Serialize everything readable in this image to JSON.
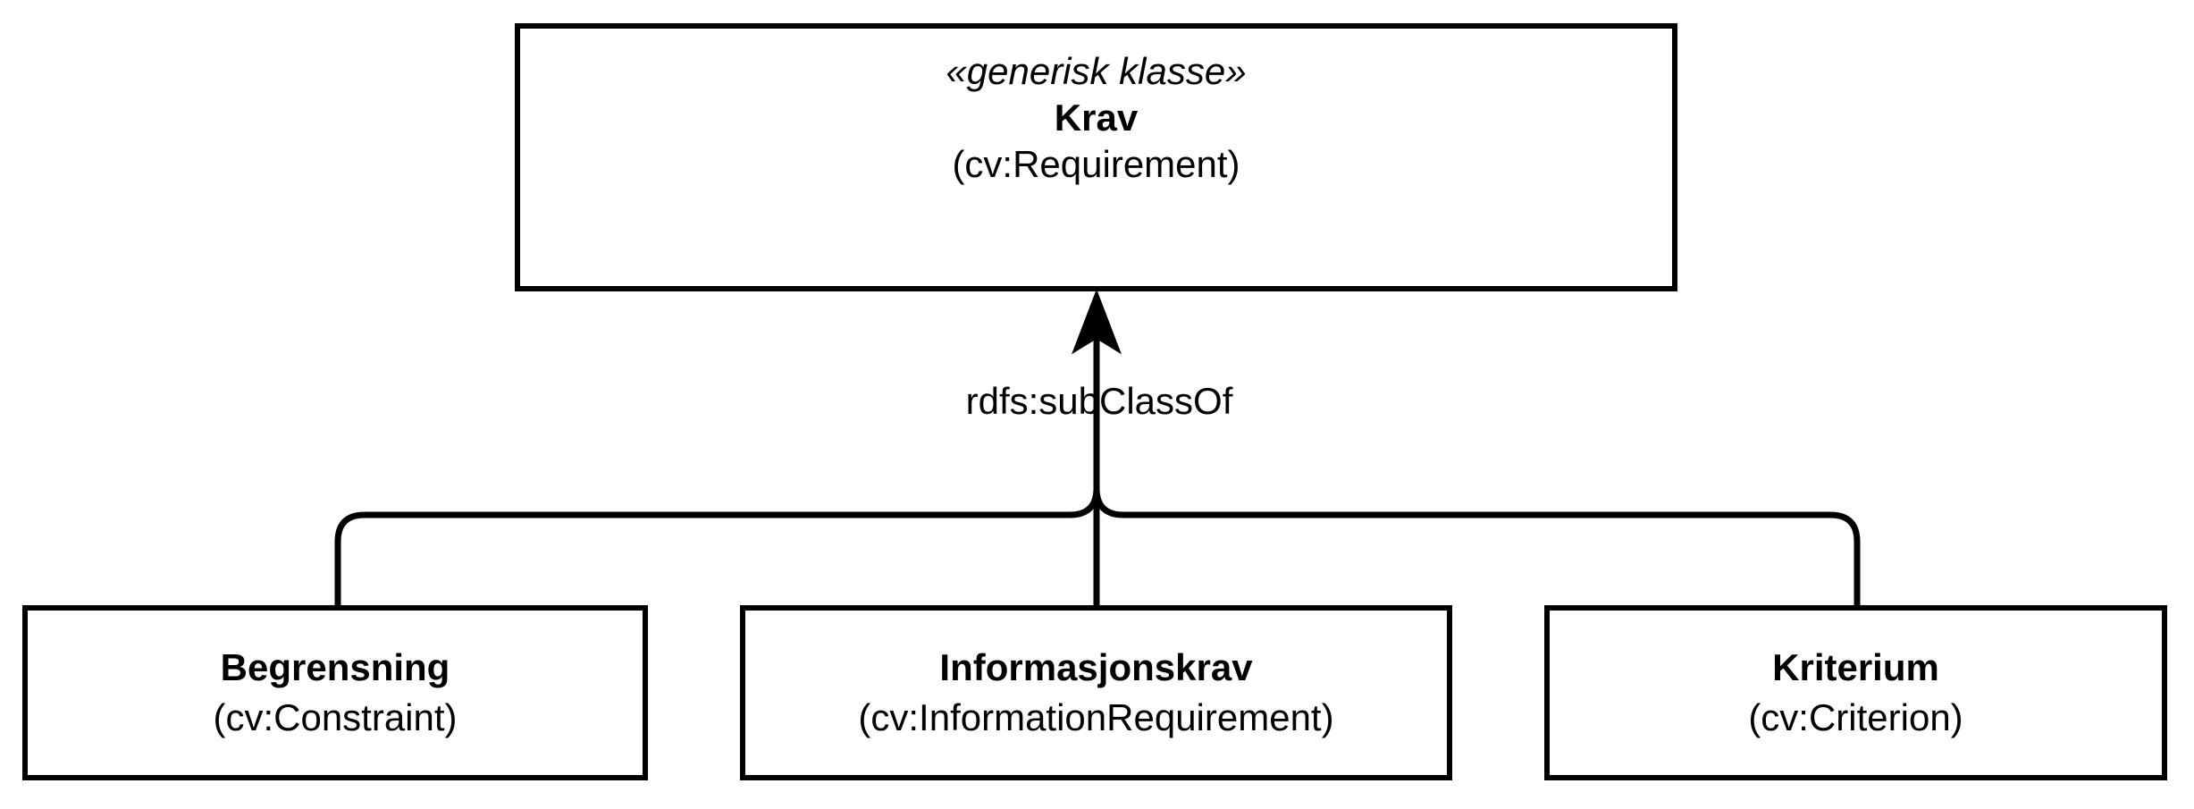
{
  "diagram": {
    "type": "uml-class-diagram",
    "background_color": "#ffffff",
    "line_color": "#000000",
    "superclass": {
      "stereotype": "«generisk klasse»",
      "name": "Krav",
      "uri": "(cv:Requirement)"
    },
    "relationship": {
      "label": "rdfs:subClassOf",
      "arrow": "generalization-arrow-up"
    },
    "subclasses": [
      {
        "name": "Begrensning",
        "uri": "(cv:Constraint)"
      },
      {
        "name": "Informasjonskrav",
        "uri": "(cv:InformationRequirement)"
      },
      {
        "name": "Kriterium",
        "uri": "(cv:Criterion)"
      }
    ]
  }
}
